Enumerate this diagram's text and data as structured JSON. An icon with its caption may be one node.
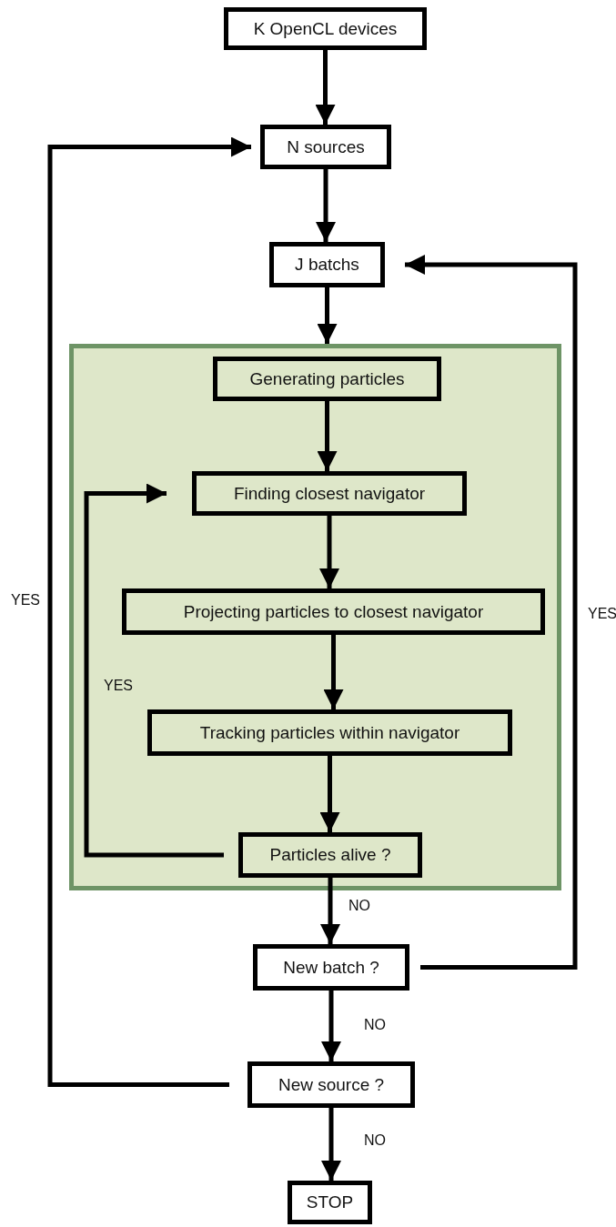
{
  "diagram": {
    "nodes": [
      {
        "text": [
          "K OpenCL devices"
        ]
      },
      {
        "text": [
          "N sources"
        ]
      },
      {
        "text": [
          "J batchs"
        ]
      },
      {
        "text": [],
        "shape": "box"
      },
      {
        "text": [
          "Generating particles"
        ],
        "in": 3
      },
      {
        "text": [
          "Finding closest navigator"
        ],
        "in": 3
      },
      {
        "text": [
          "Projecting particles to closest navigator"
        ],
        "in": 3
      },
      {
        "text": [
          "Tracking particles within navigator"
        ],
        "in": 3
      },
      {
        "text": [
          "Particles alive ?"
        ],
        "in": 3
      },
      {
        "text": [
          "New batch ?"
        ]
      },
      {
        "text": [
          "New source ?"
        ]
      },
      {
        "text": [
          "STOP"
        ]
      }
    ],
    "edges": [
      {
        "from": 0,
        "to": 1,
        "arrow": "to"
      },
      {
        "from": 1,
        "to": 2,
        "arrow": "to"
      },
      {
        "from": 2,
        "to": 3,
        "arrow": "to"
      },
      {
        "from": 4,
        "to": 5,
        "arrow": "to"
      },
      {
        "from": 5,
        "to": 6,
        "arrow": "to"
      },
      {
        "from": 6,
        "to": 7,
        "arrow": "to"
      },
      {
        "from": 7,
        "to": 8,
        "arrow": "to"
      },
      {
        "from": 8,
        "to": 5,
        "arrow": "to",
        "label": "YES"
      },
      {
        "from": 8,
        "to": 9,
        "arrow": "to",
        "label": "NO"
      },
      {
        "from": 9,
        "to": 2,
        "arrow": "to",
        "label": "YES"
      },
      {
        "from": 9,
        "to": 10,
        "arrow": "to",
        "label": "NO"
      },
      {
        "from": 10,
        "to": 1,
        "arrow": "to",
        "label": "YES"
      },
      {
        "from": 10,
        "to": 11,
        "arrow": "to",
        "label": "NO"
      }
    ]
  }
}
